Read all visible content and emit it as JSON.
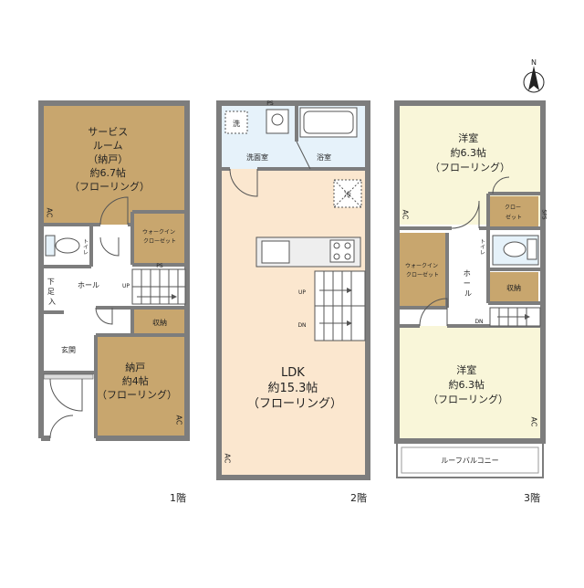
{
  "compass": {
    "label": "N"
  },
  "floor1": {
    "label": "1階",
    "service_room": [
      "サービス",
      "ルーム",
      "（納戸）",
      "約6.7帖",
      "（フローリング）"
    ],
    "closet_top": [
      "ウォークイン",
      "クローゼット"
    ],
    "toilet": "トイレ",
    "hall": "ホール",
    "shoe_storage": [
      "下",
      "足",
      "入"
    ],
    "up": "UP",
    "storage": "収納",
    "entrance": "玄関",
    "storeroom": [
      "納戸",
      "約4帖",
      "（フローリング）"
    ],
    "ac1": "AC",
    "ac2": "AC",
    "ps": "PS"
  },
  "floor2": {
    "label": "2階",
    "ps": "PS",
    "washer": "洗",
    "washroom": "洗面室",
    "bathroom": "浴室",
    "fridge": "冷",
    "up": "UP",
    "dn": "DN",
    "ldk": [
      "LDK",
      "約15.3帖",
      "（フローリング）"
    ],
    "ac": "AC"
  },
  "floor3": {
    "label": "3階",
    "room_top": [
      "洋室",
      "約6.3帖",
      "（フローリング）"
    ],
    "closet_small": [
      "クロー",
      "ゼット"
    ],
    "sps": "SPS",
    "walkin": [
      "ウォークイン",
      "クローゼット"
    ],
    "toilet": "トイレ",
    "hall": [
      "ホ",
      "ー",
      "ル"
    ],
    "storage": "収納",
    "dn": "DN",
    "room_bottom": [
      "洋室",
      "約6.3帖",
      "（フローリング）"
    ],
    "balcony": "ルーフバルコニー",
    "ac1": "AC",
    "ac2": "AC"
  }
}
